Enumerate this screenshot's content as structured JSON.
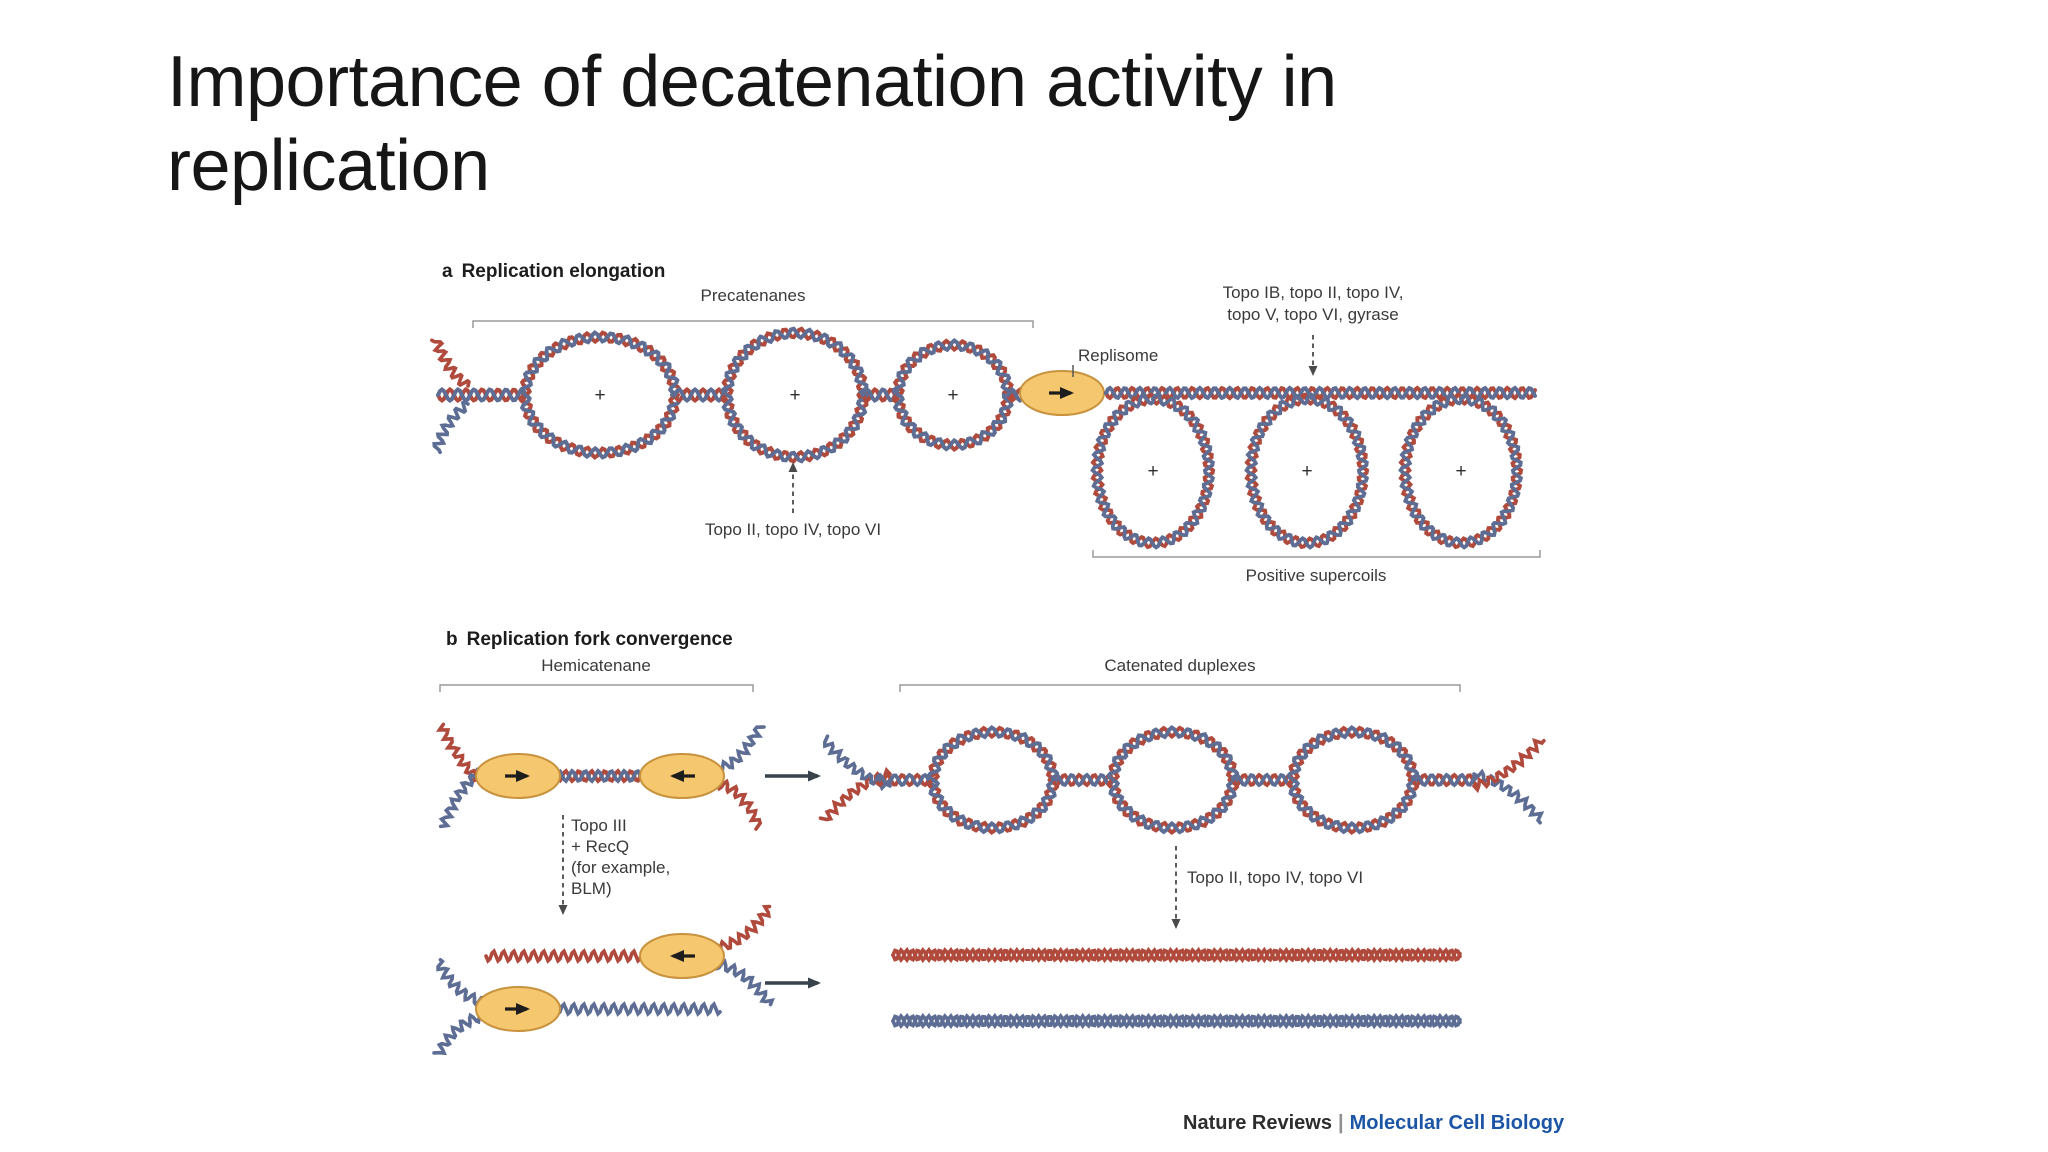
{
  "slide": {
    "title_line1": "Importance of decatenation activity in",
    "title_line2": "replication"
  },
  "figure": {
    "panel_a": {
      "letter": "a",
      "title": "Replication elongation",
      "precatenanes_label": "Precatenanes",
      "replisome_label": "Replisome",
      "topo_top_line1": "Topo IB, topo II, topo IV,",
      "topo_top_line2": "topo V, topo VI, gyrase",
      "topo_bottom": "Topo II, topo IV, topo VI",
      "positive_supercoils_label": "Positive supercoils"
    },
    "panel_b": {
      "letter": "b",
      "title": "Replication fork convergence",
      "hemicatenane_label": "Hemicatenane",
      "catenated_label": "Catenated duplexes",
      "topo3_line1": "Topo III",
      "topo3_line2": "+ RecQ",
      "topo3_line3": "(for example,",
      "topo3_line4": "BLM)",
      "topo_mid": "Topo II, topo IV, topo VI"
    },
    "plus": "+",
    "colors": {
      "dna_red": "#b04a3c",
      "dna_blue": "#5d6d94",
      "replisome_fill": "#f5c76e",
      "replisome_stroke": "#c8923e"
    }
  },
  "footer": {
    "journal": "Nature Reviews",
    "separator": "|",
    "publication": "Molecular Cell Biology"
  }
}
